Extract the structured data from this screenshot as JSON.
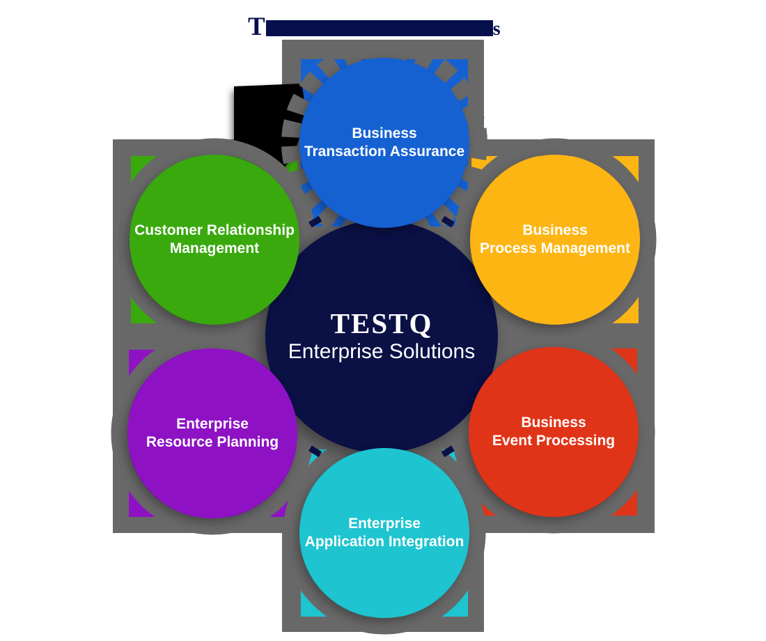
{
  "title": {
    "start_glyph": "T",
    "end_glyph": "s",
    "obscured": true,
    "color": "#06104d"
  },
  "center": {
    "line1": "TESTQ",
    "line2": "Enterprise Solutions",
    "color": "#0b1045"
  },
  "nodes": [
    {
      "id": "business-transaction-assurance",
      "lines": [
        "Business",
        "Transaction Assurance"
      ],
      "color": "#1561d2",
      "position": "top"
    },
    {
      "id": "customer-relationship-management",
      "lines": [
        "Customer Relationship",
        "Management"
      ],
      "color": "#3aa90e",
      "position": "upper-left"
    },
    {
      "id": "business-process-management",
      "lines": [
        "Business",
        "Process Management"
      ],
      "color": "#fcb513",
      "position": "upper-right"
    },
    {
      "id": "enterprise-resource-planning",
      "lines": [
        "Enterprise",
        "Resource Planning"
      ],
      "color": "#8e12c4",
      "position": "lower-left"
    },
    {
      "id": "business-event-processing",
      "lines": [
        "Business",
        "Event Processing"
      ],
      "color": "#e03418",
      "position": "lower-right"
    },
    {
      "id": "enterprise-application-integration",
      "lines": [
        "Enterprise",
        "Application Integration"
      ],
      "color": "#1ec4cf",
      "position": "bottom"
    }
  ],
  "colors": {
    "background": "#ffffff",
    "cross_gray": "#686868",
    "blob_black": "#050505",
    "text_white": "#ffffff"
  }
}
